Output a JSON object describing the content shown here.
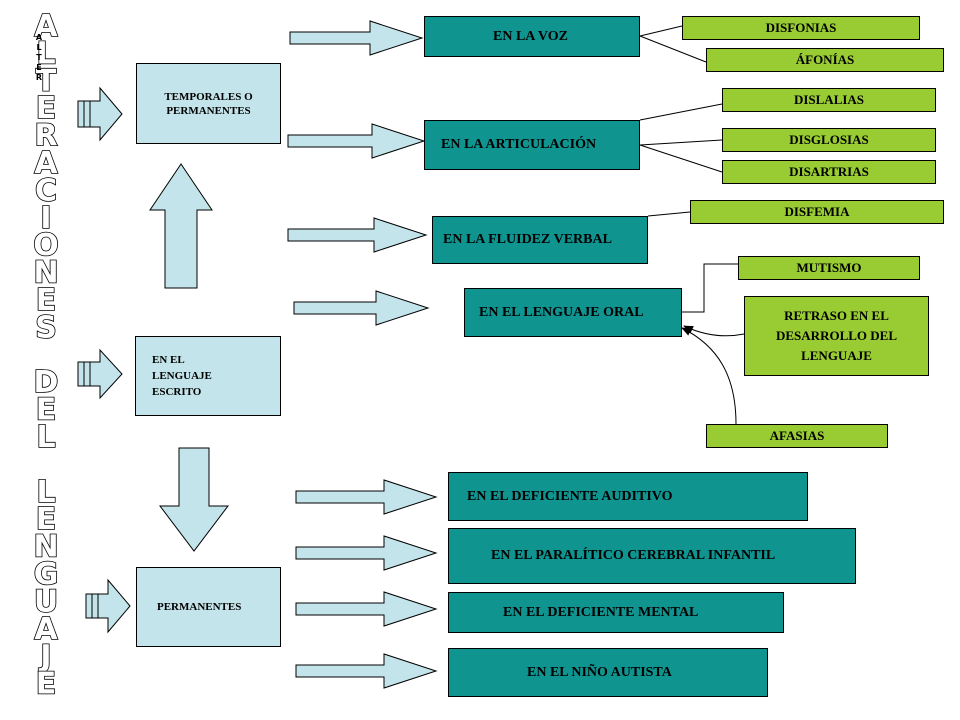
{
  "title": {
    "letters": [
      "A",
      "L",
      "T",
      "E",
      "R",
      "A",
      "C",
      "I",
      "O",
      "N",
      "E",
      "S",
      "",
      "D",
      "E",
      "L",
      "",
      "L",
      "E",
      "N",
      "G",
      "U",
      "A",
      "J",
      "E"
    ],
    "small_overlay_letters": [
      "A",
      "L",
      "T",
      "E",
      "R"
    ]
  },
  "left_boxes": {
    "temporales": "TEMPORALES O PERMANENTES",
    "escrito": "EN EL LENGUAJE ESCRITO",
    "permanentes": "PERMANENTES"
  },
  "areas": {
    "voz": "EN LA VOZ",
    "articulacion": "EN LA ARTICULACIÓN",
    "fluidez": "EN LA FLUIDEZ VERBAL",
    "oral": "EN EL LENGUAJE ORAL",
    "auditivo": "EN EL DEFICIENTE AUDITIVO",
    "paralitico": "EN EL PARALÍTICO CEREBRAL INFANTIL",
    "mental": "EN EL DEFICIENTE MENTAL",
    "autista": "EN EL NIÑO AUTISTA"
  },
  "disorders": {
    "disfonias": "DISFONIAS",
    "afonias": "ÁFONÍAS",
    "dislalias": "DISLALIAS",
    "disglosias": "DISGLOSIAS",
    "disartrias": "DISARTRIAS",
    "disfemia": "DISFEMIA",
    "mutismo": "MUTISMO",
    "retraso": "RETRASO EN EL DESARROLLO DEL LENGUAJE",
    "afasias": "AFASIAS"
  },
  "colors": {
    "light_box": "#c3e4ea",
    "teal_box": "#0f9490",
    "green_box": "#99cc33",
    "arrow_fill": "#c3e4ea"
  }
}
